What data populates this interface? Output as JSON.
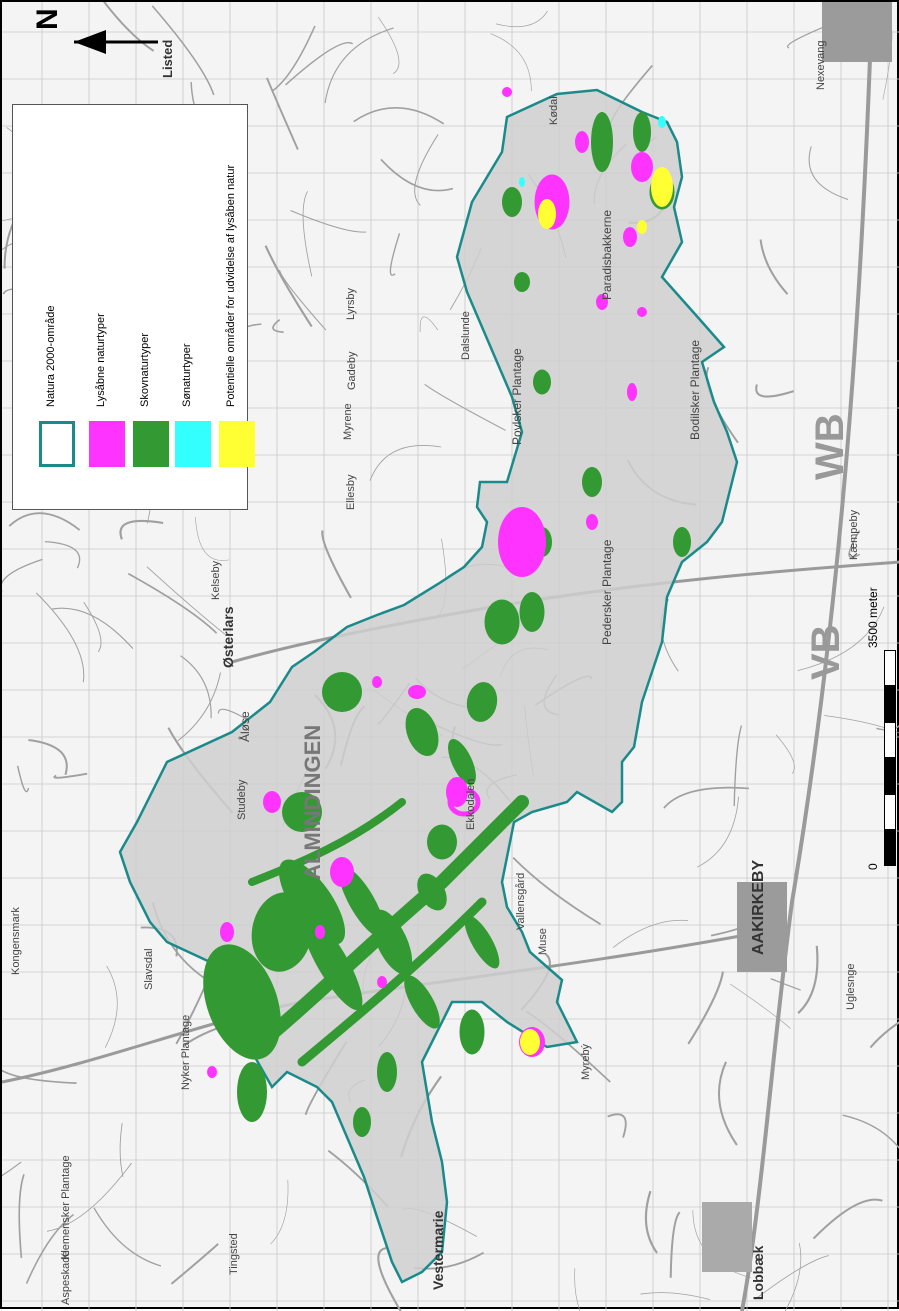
{
  "map": {
    "north_letter": "N",
    "place_labels": [
      {
        "text": "Listed",
        "size": 13
      },
      {
        "text": "Østerlars",
        "size": 14
      },
      {
        "text": "Aakirkeby",
        "size": 16
      },
      {
        "text": "AAKIRKEBY",
        "size": 16
      },
      {
        "text": "Vestermarie",
        "size": 14
      },
      {
        "text": "Lobbæk",
        "size": 14
      },
      {
        "text": "Almindingen",
        "size": 15
      },
      {
        "text": "ALMINDINGEN",
        "size": 22
      },
      {
        "text": "Paradisbakkerne",
        "size": 12
      },
      {
        "text": "Povlsker Plantage",
        "size": 12
      },
      {
        "text": "Pedersker Plantage",
        "size": 12
      },
      {
        "text": "Bodilsker Plantage",
        "size": 12
      },
      {
        "text": "Dalslunde",
        "size": 11
      },
      {
        "text": "Myrene",
        "size": 11
      },
      {
        "text": "Åløse",
        "size": 12
      },
      {
        "text": "Studeby",
        "size": 11
      },
      {
        "text": "Slavsdal",
        "size": 11
      },
      {
        "text": "Nyker Plantage",
        "size": 11
      },
      {
        "text": "Tingsted",
        "size": 11
      },
      {
        "text": "Klemensker Plantage",
        "size": 11
      },
      {
        "text": "Kongensmark",
        "size": 11
      },
      {
        "text": "Aspeskade",
        "size": 11
      },
      {
        "text": "Lyrsby",
        "size": 11
      },
      {
        "text": "Gadeby",
        "size": 11
      },
      {
        "text": "Ellesby",
        "size": 11
      },
      {
        "text": "Kelseby",
        "size": 11
      },
      {
        "text": "Nexevang",
        "size": 11
      },
      {
        "text": "Kødal",
        "size": 11
      },
      {
        "text": "Ekkodalen",
        "size": 11
      },
      {
        "text": "Vallensgård",
        "size": 11
      },
      {
        "text": "Muse",
        "size": 11
      },
      {
        "text": "Myrebý",
        "size": 11
      },
      {
        "text": "Uglesnge",
        "size": 11
      },
      {
        "text": "Kæmpeby",
        "size": 11
      }
    ],
    "road_labels": [
      "VB",
      "WB"
    ]
  },
  "legend": {
    "items": [
      {
        "label": "Natura 2000-område",
        "fill": "#ffffff",
        "stroke": "#1a8a8a"
      },
      {
        "label": "Lysåbne naturtyper",
        "fill": "#ff33ff",
        "stroke": "#ff33ff"
      },
      {
        "label": "Skovnaturtyper",
        "fill": "#339933",
        "stroke": "#339933"
      },
      {
        "label": "Sønaturtyper",
        "fill": "#33ffff",
        "stroke": "#33ffff"
      },
      {
        "label": "Potentielle områder for udvidelse af lysåben natur",
        "fill": "#ffff33",
        "stroke": "#ffff33"
      }
    ]
  },
  "scale": {
    "start_label": "0",
    "end_label": "3500 meter"
  },
  "colors": {
    "boundary": "#1a8a8a",
    "open_nature": "#ff33ff",
    "forest": "#339933",
    "lake": "#33ffff",
    "potential": "#ffff33",
    "area_fill": "#cfcfcf",
    "roads": "#a0a0a0"
  }
}
